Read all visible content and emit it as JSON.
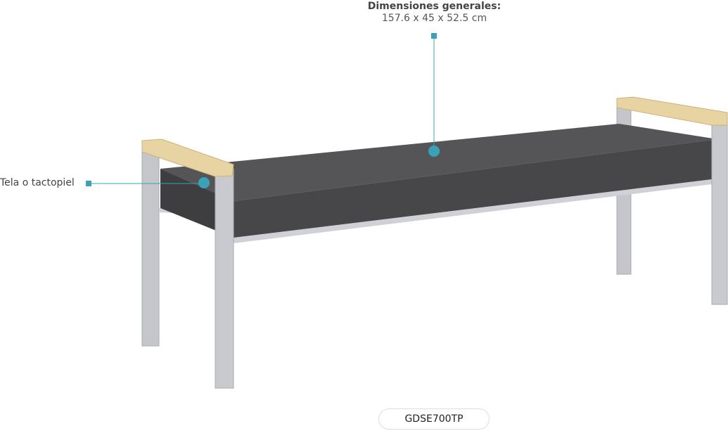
{
  "dimensions": {
    "label": "Dimensiones generales:",
    "value": "157.6 x 45 x 52.5 cm"
  },
  "callouts": {
    "fabric": "Tela o tactopiel"
  },
  "product_code": "GDSE700TP",
  "colors": {
    "accent": "#3aa2b8",
    "fabric": "#4a4a4c",
    "metal": "#c4c6cc",
    "wood": "#e8d3a3"
  }
}
